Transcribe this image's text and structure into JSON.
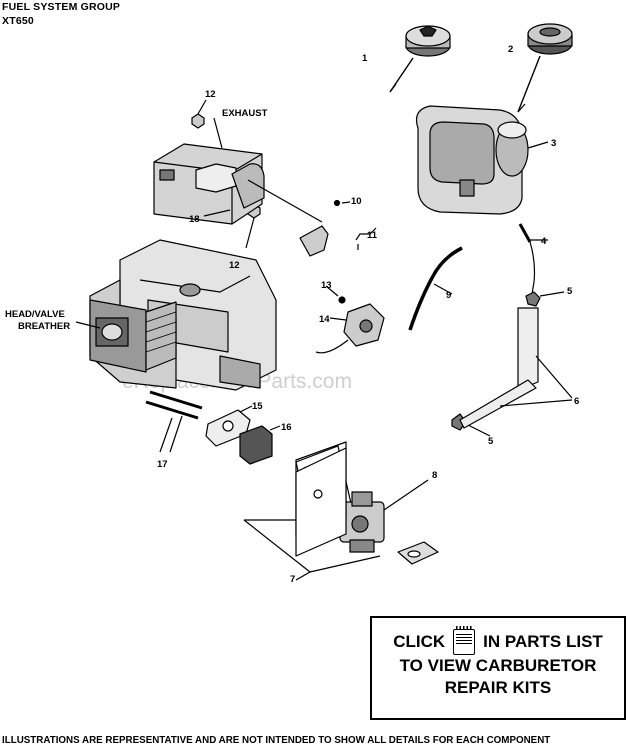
{
  "header": {
    "title": "FUEL SYSTEM GROUP",
    "model": "XT650"
  },
  "labels": {
    "exhaust": "EXHAUST",
    "head_valve_line1": "HEAD/VALVE",
    "head_valve_line2": "BREATHER"
  },
  "callouts": {
    "c1": "1",
    "c2": "2",
    "c3": "3",
    "c4": "4",
    "c5a": "5",
    "c5b": "5",
    "c6": "6",
    "c7": "7",
    "c8": "8",
    "c9": "9",
    "c10": "10",
    "c11": "11",
    "c12a": "12",
    "c12b": "12",
    "c13": "13",
    "c14": "14",
    "c15": "15",
    "c16": "16",
    "c17": "17",
    "c18": "18"
  },
  "watermark": "eReplacementParts.com",
  "repair_kit_box": {
    "line1a": "CLICK",
    "line1b": "IN PARTS LIST",
    "line2": "TO VIEW CARBURETOR",
    "line3": "REPAIR KITS",
    "icon": "parts-list-book-icon"
  },
  "footer": "ILLUSTRATIONS ARE REPRESENTATIVE AND ARE NOT INTENDED TO SHOW ALL DETAILS FOR EACH COMPONENT"
}
